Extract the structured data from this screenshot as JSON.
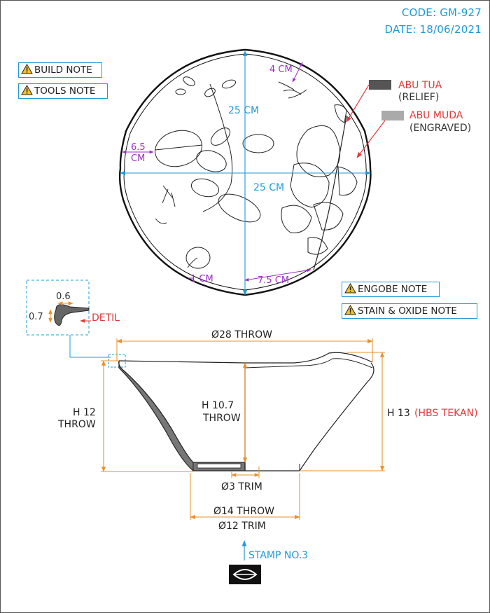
{
  "header": {
    "code": "CODE: GM-927",
    "date": "DATE: 18/06/2021"
  },
  "notes": {
    "build": "BUILD NOTE",
    "tools": "TOOLS NOTE",
    "engobe": "ENGOBE NOTE",
    "stain": "STAIN & OXIDE NOTE"
  },
  "legend": {
    "dark": {
      "title": "ABU TUA",
      "sub": "(RELIEF)",
      "color": "#555555"
    },
    "light": {
      "title": "ABU MUDA",
      "sub": "(ENGRAVED)",
      "color": "#aaaaaa"
    }
  },
  "top_view": {
    "dim_vertical": "25 CM",
    "dim_horizontal": "25 CM",
    "dim_4": "4 CM",
    "dim_65_a": "6.5",
    "dim_65_b": "CM",
    "dim_75": "7.5 CM",
    "dim_1": "1 CM"
  },
  "detail": {
    "w": "0.6",
    "h": "0.7",
    "label": "DETIL"
  },
  "section": {
    "diam_throw": "Ø28 THROW",
    "h_left_1": "H 12",
    "h_left_2": "THROW",
    "h_mid_1": "H 10.7",
    "h_mid_2": "THROW",
    "h_right": "H 13",
    "h_right_red": "(HBS TEKAN)",
    "foot_trim": "Ø3 TRIM",
    "base_throw": "Ø14 THROW",
    "base_trim": "Ø12 TRIM"
  },
  "stamp": {
    "label": "STAMP NO.3"
  },
  "colors": {
    "blue": "#1e9bd7",
    "orange": "#e8922a",
    "red": "#e03a3a",
    "purple": "#9b2fc9"
  }
}
